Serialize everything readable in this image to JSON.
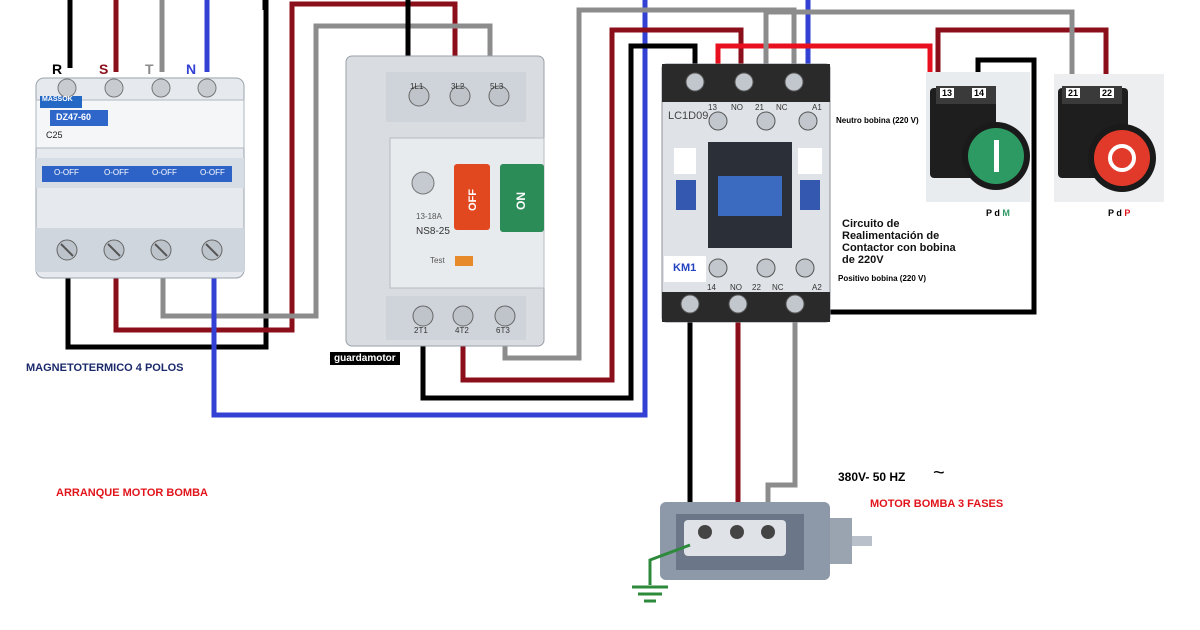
{
  "breaker": {
    "terminals": [
      "R",
      "S",
      "T",
      "N"
    ],
    "brand": "MASSOK",
    "model": "DZ47-60",
    "rating": "C25",
    "switch_label": "O-OFF",
    "caption": "MAGNETOTERMICO 4 POLOS"
  },
  "guardamotor": {
    "caption": "guardamotor",
    "top_terminals": [
      "1L1",
      "3L2",
      "5L3"
    ],
    "bottom_terminals": [
      "2T1",
      "4T2",
      "6T3"
    ],
    "model": "NS8-25",
    "off_label": "OFF",
    "on_label": "ON",
    "range": "13-18A",
    "test": "Test"
  },
  "contactor": {
    "model": "LC1D09",
    "tag": "KM1",
    "top_terminals": [
      "13",
      "NO",
      "21",
      "NC",
      "A1"
    ],
    "bottom_terminals": [
      "14",
      "NO",
      "22",
      "NC",
      "A2"
    ],
    "coil_neutral": "Neutro bobina (220 V)",
    "coil_positive": "Positivo bobina (220 V)",
    "circuit_note": [
      "Circuito de",
      "Realimentación de",
      "Contactor con bobina",
      "de 220V"
    ]
  },
  "buttons": {
    "start": {
      "terminals": [
        "13",
        "14"
      ],
      "symbol": "I",
      "label_a": "P d ",
      "label_b": "M"
    },
    "stop": {
      "terminals": [
        "21",
        "22"
      ],
      "symbol": "O",
      "label_a": "P d ",
      "label_b": "P"
    }
  },
  "motor": {
    "supply": "380V- 50 HZ",
    "supply_symbol": "~",
    "caption": "MOTOR BOMBA 3 FASES"
  },
  "title": "ARRANQUE MOTOR BOMBA",
  "colors": {
    "wire_black": "#000000",
    "wire_red": "#8b0f1a",
    "wire_grey": "#8c8c8c",
    "wire_blue": "#3340d4",
    "wire_bright_red": "#e8101e",
    "start_green": "#2e9a63",
    "stop_red": "#e23a2a",
    "label_red": "#e1141c"
  }
}
